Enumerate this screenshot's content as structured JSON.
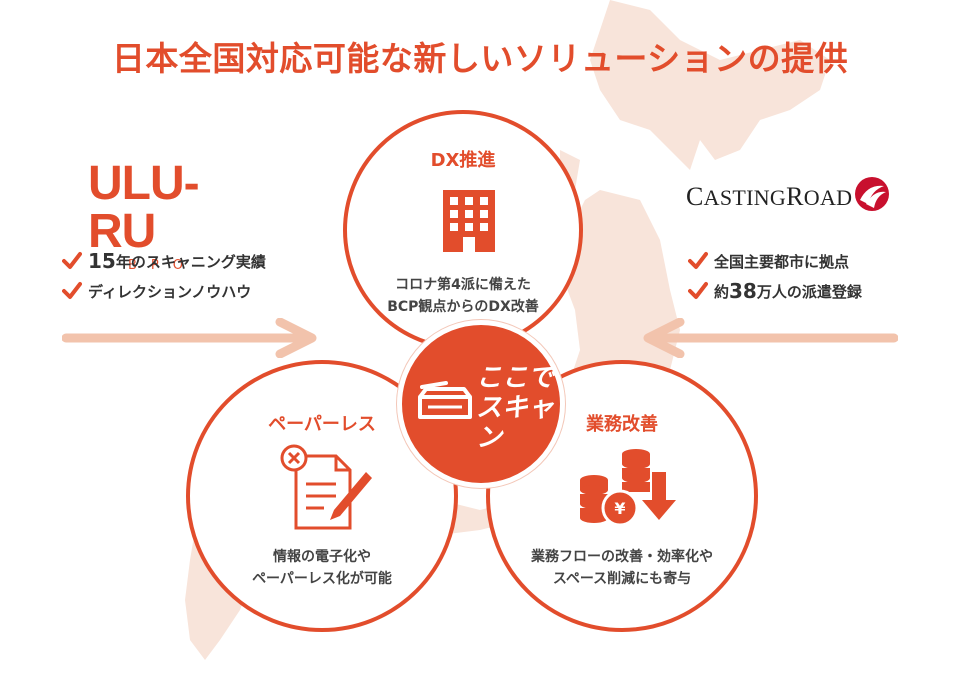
{
  "title": "日本全国対応可能な新しいソリューションの提供",
  "uluru": {
    "logo_main": "ULU-RU",
    "logo_sub": "BPO",
    "items": [
      {
        "num": "15",
        "text": "年のスキャニング実績"
      },
      {
        "num": "",
        "text": "ディレクションノウハウ"
      }
    ]
  },
  "castingroad": {
    "logo_c": "C",
    "logo_asting": "ASTING",
    "logo_r": "R",
    "logo_oad": "OAD",
    "items": [
      {
        "prefix": "",
        "num": "",
        "text": "全国主要都市に拠点"
      },
      {
        "prefix": "約",
        "num": "38",
        "text": "万人の派遣登録"
      }
    ]
  },
  "circles": {
    "top": {
      "title": "DX推進",
      "line1": "コロナ第4派に備えた",
      "line2": "BCP観点からのDX改善"
    },
    "left": {
      "title": "ペーパーレス",
      "line1": "情報の電子化や",
      "line2": "ペーパーレス化が可能"
    },
    "right": {
      "title": "業務改善",
      "line1": "業務フローの改善・効率化や",
      "line2": "スペース削減にも寄与"
    }
  },
  "center": {
    "line1": "ここで",
    "line2": "スキャン"
  },
  "colors": {
    "accent": "#e24d2c",
    "arrow": "#f2c3ac",
    "map": "#f8e4da"
  },
  "icons": [
    "check-icon",
    "arrow-right-icon",
    "arrow-left-icon",
    "building-icon",
    "document-pen-icon",
    "coins-yen-down-icon",
    "scanner-icon",
    "castingroad-emblem-icon"
  ]
}
